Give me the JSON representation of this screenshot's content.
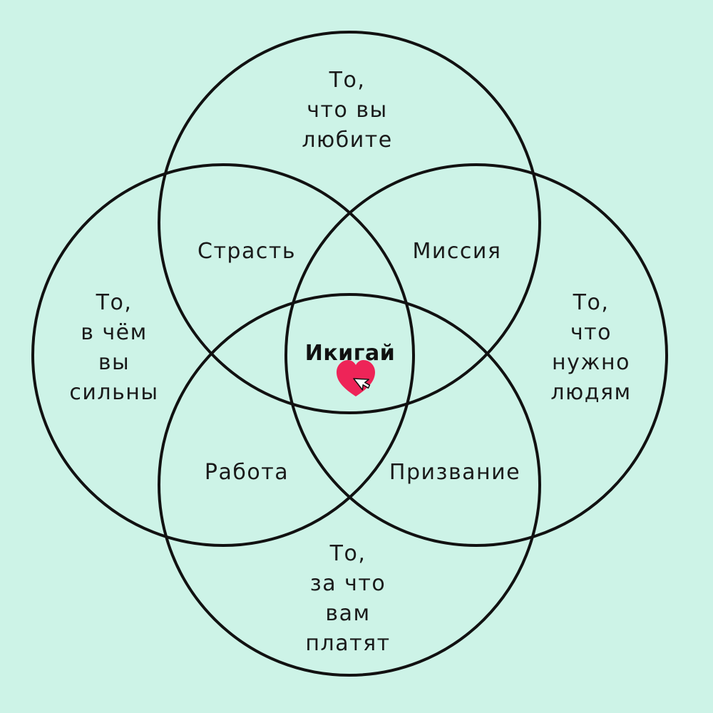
{
  "diagram": {
    "circles": [
      {
        "id": "love",
        "text_lines": [
          "То,",
          "что вы",
          "любите"
        ]
      },
      {
        "id": "good_at",
        "text_lines": [
          "То,",
          "в чём",
          "вы",
          "сильны"
        ]
      },
      {
        "id": "world_needs",
        "text_lines": [
          "То,",
          "что",
          "нужно",
          "людям"
        ]
      },
      {
        "id": "paid_for",
        "text_lines": [
          "То,",
          "за что",
          "вам",
          "платят"
        ]
      }
    ],
    "intersections": {
      "passion": "Страсть",
      "mission": "Миссия",
      "profession": "Работа",
      "vocation": "Призвание"
    },
    "center": {
      "label": "Икигай",
      "icon": "heart-icon"
    },
    "cursor_icon": "pointer-cursor-icon"
  },
  "colors": {
    "background": "#cdf3e7",
    "stroke": "#111111",
    "heart": "#ee2458"
  }
}
